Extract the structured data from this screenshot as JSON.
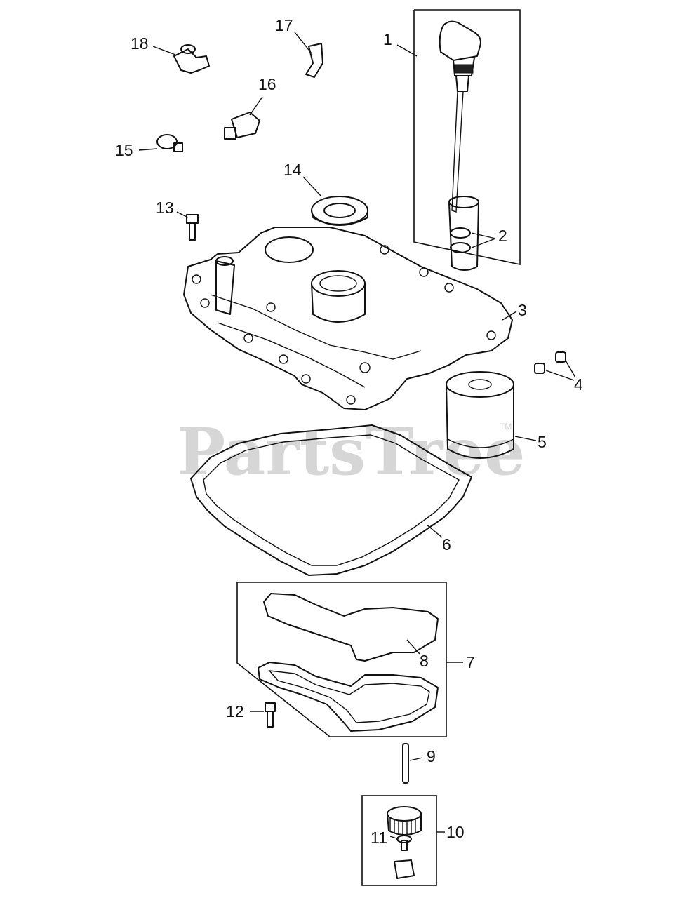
{
  "watermark": {
    "text": "PartsTree",
    "tm": "TM"
  },
  "callouts": [
    {
      "id": "c1",
      "text": "1"
    },
    {
      "id": "c2",
      "text": "2"
    },
    {
      "id": "c3",
      "text": "3"
    },
    {
      "id": "c4",
      "text": "4"
    },
    {
      "id": "c5",
      "text": "5"
    },
    {
      "id": "c6",
      "text": "6"
    },
    {
      "id": "c7",
      "text": "7"
    },
    {
      "id": "c8",
      "text": "8"
    },
    {
      "id": "c9",
      "text": "9"
    },
    {
      "id": "c10",
      "text": "10"
    },
    {
      "id": "c11",
      "text": "11"
    },
    {
      "id": "c12",
      "text": "12"
    },
    {
      "id": "c13",
      "text": "13"
    },
    {
      "id": "c14",
      "text": "14"
    },
    {
      "id": "c15",
      "text": "15"
    },
    {
      "id": "c16",
      "text": "16"
    },
    {
      "id": "c17",
      "text": "17"
    },
    {
      "id": "c18",
      "text": "18"
    }
  ]
}
